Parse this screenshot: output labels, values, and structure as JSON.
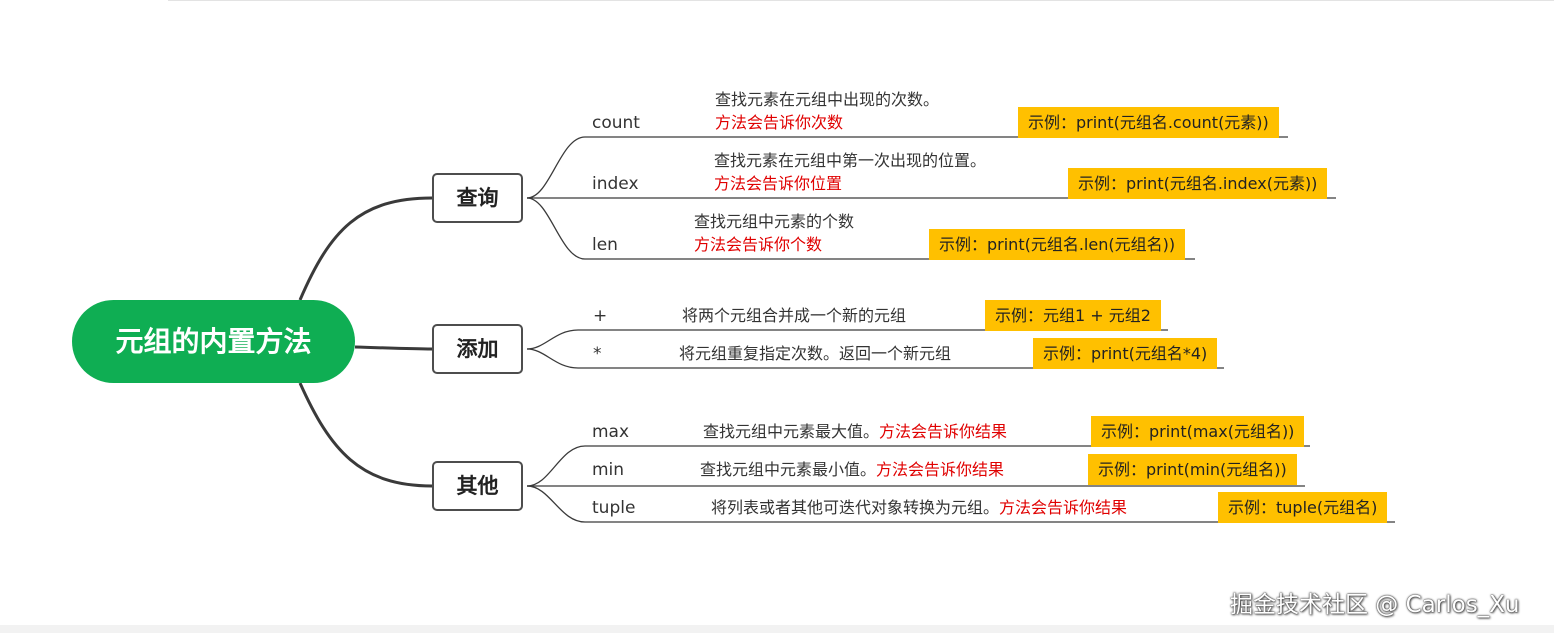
{
  "root": {
    "label": "元组的内置方法"
  },
  "branches": [
    {
      "label": "查询",
      "items": [
        {
          "name": "count",
          "desc": "查找元素在元组中出现的次数。",
          "note": "方法会告诉你次数",
          "example": "示例：print(元组名.count(元素))"
        },
        {
          "name": "index",
          "desc": "查找元素在元组中第一次出现的位置。",
          "note": "方法会告诉你位置",
          "example": "示例：print(元组名.index(元素))"
        },
        {
          "name": "len",
          "desc": "查找元组中元素的个数",
          "note": "方法会告诉你个数",
          "example": "示例：print(元组名.len(元组名))"
        }
      ]
    },
    {
      "label": "添加",
      "items": [
        {
          "name": "+",
          "desc": "将两个元组合并成一个新的元组",
          "note": "",
          "example": "示例：元组1 + 元组2"
        },
        {
          "name": "*",
          "desc": "将元组重复指定次数。返回一个新元组",
          "note": "",
          "example": "示例：print(元组名*4)"
        }
      ]
    },
    {
      "label": "其他",
      "items": [
        {
          "name": "max",
          "desc": "查找元组中元素最大值。",
          "note": "方法会告诉你结果",
          "example": "示例：print(max(元组名))"
        },
        {
          "name": "min",
          "desc": "查找元组中元素最小值。",
          "note": "方法会告诉你结果",
          "example": "示例：print(min(元组名))"
        },
        {
          "name": "tuple",
          "desc": "将列表或者其他可迭代对象转换为元组。",
          "note": "方法会告诉你结果",
          "example": "示例：tuple(元组名)"
        }
      ]
    }
  ],
  "watermark": "掘金技术社区 @ Carlos_Xu",
  "colors": {
    "root_fill": "#0fae53",
    "example_fill": "#ffc000",
    "note_text": "#e00000",
    "connector": "#3a3a3a"
  }
}
